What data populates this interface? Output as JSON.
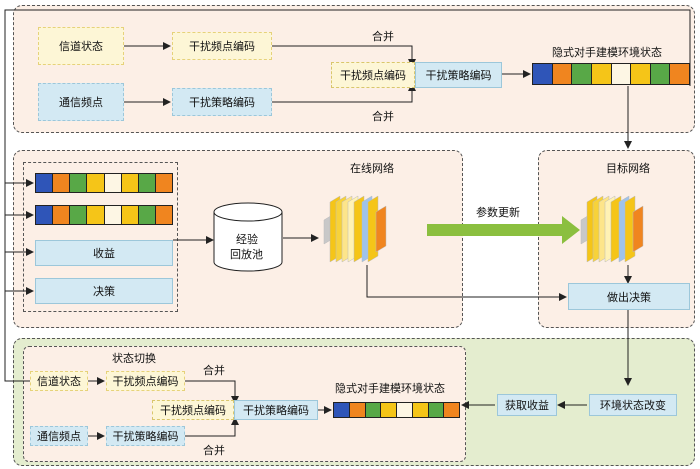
{
  "colors": {
    "cell_sequence": [
      "#2f55b8",
      "#f0851f",
      "#58a847",
      "#f5c518",
      "#fdf6e4",
      "#f5c518",
      "#58a847",
      "#f0851f"
    ],
    "arrow_green": "#8bbf3f"
  },
  "top": {
    "channel_state": "信道状态",
    "interference_freq_encoding": "干扰频点编码",
    "comm_freq": "通信频点",
    "interference_strategy_encoding": "干扰策略编码",
    "merge_upper": "合并",
    "merge_lower": "合并",
    "merged_freq_encoding": "干扰频点编码",
    "merged_strategy_encoding": "干扰策略编码",
    "implicit_env_state": "隐式对手建模环境状态"
  },
  "middle": {
    "replay_items": {
      "reward": "收益",
      "decision": "决策"
    },
    "replay_pool_line1": "经验",
    "replay_pool_line2": "回放池",
    "online_network": "在线网络",
    "param_update": "参数更新",
    "target_network": "目标网络",
    "make_decision": "做出决策"
  },
  "bottom": {
    "state_switch": "状态切换",
    "channel_state": "信道状态",
    "interference_freq_encoding": "干扰频点编码",
    "comm_freq": "通信频点",
    "interference_strategy_encoding": "干扰策略编码",
    "merge_upper": "合并",
    "merge_lower": "合并",
    "merged_freq_encoding": "干扰频点编码",
    "merged_strategy_encoding": "干扰策略编码",
    "implicit_env_state": "隐式对手建模环境状态",
    "get_reward": "获取收益",
    "env_state_change": "环境状态改变"
  }
}
